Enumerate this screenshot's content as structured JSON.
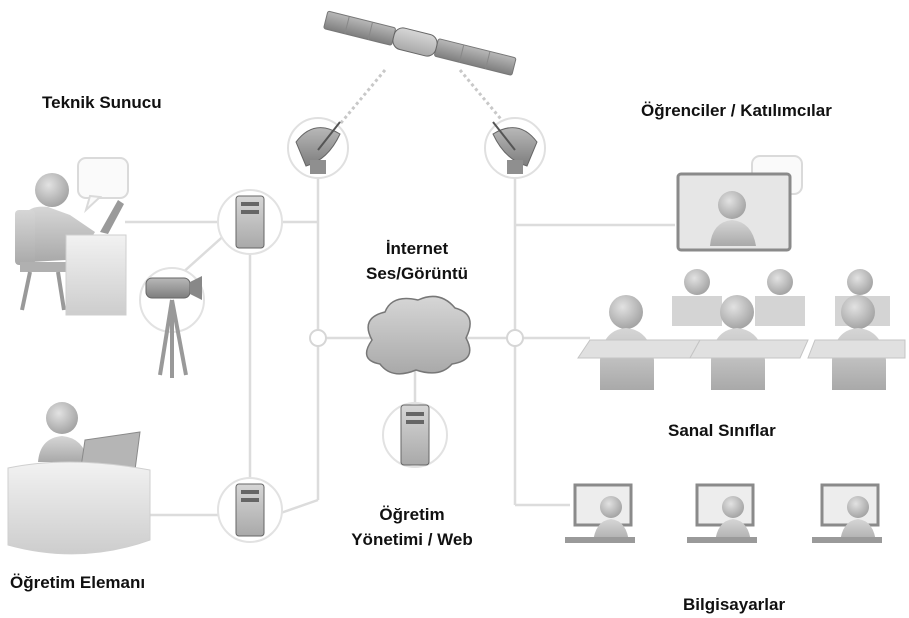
{
  "labels": {
    "technical_presenter": "Teknik Sunucu",
    "students": "Öğrenciler / Katılımcılar",
    "internet_line1": "İnternet",
    "internet_line2": "Ses/Görüntü",
    "virtual_classes": "Sanal Sınıflar",
    "instruction_line1": "Öğretim",
    "instruction_line2": "Yönetimi / Web",
    "instructor": "Öğretim Elemanı",
    "computers": "Bilgisayarlar"
  },
  "colors": {
    "line": "#dcdcdc",
    "figure_light": "#cfcfcf",
    "figure_mid": "#b4b4b4",
    "figure_dark": "#8a8a8a",
    "text": "#111111"
  },
  "icons": [
    "satellite-icon",
    "satellite-dish-icon",
    "server-icon",
    "cloud-icon",
    "person-icon",
    "video-camera-icon",
    "speech-bubble-icon",
    "monitor-icon",
    "laptop-icon"
  ]
}
